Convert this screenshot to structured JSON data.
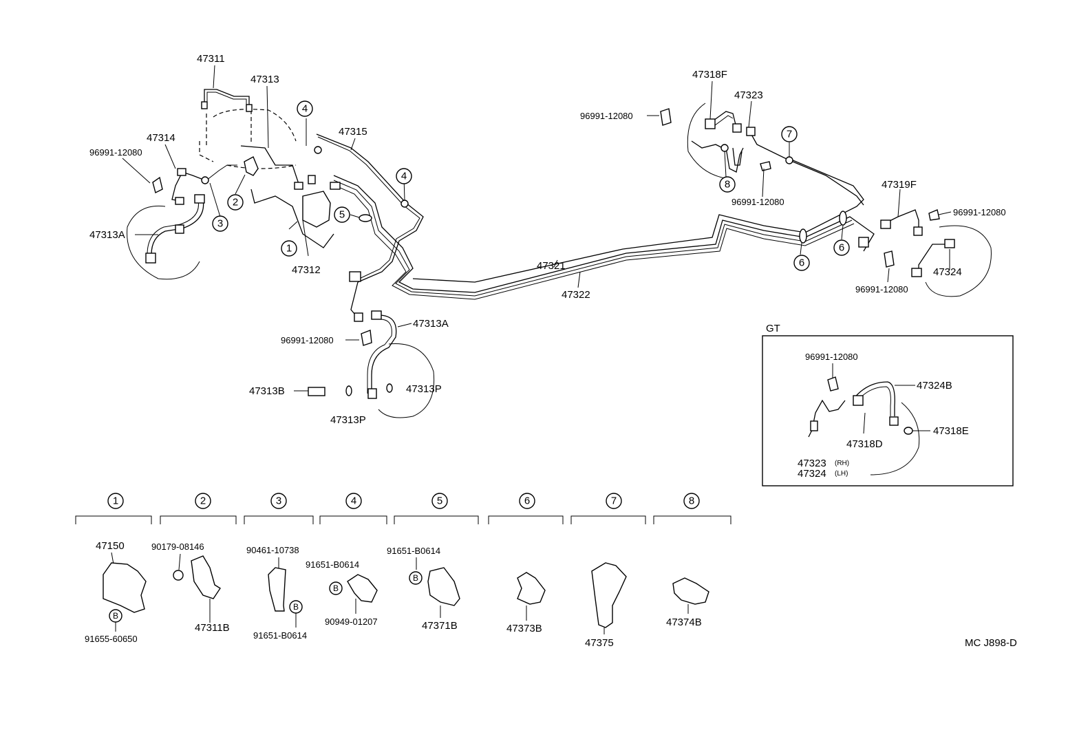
{
  "labels": {
    "p47311": "47311",
    "p47313": "47313",
    "p47314": "47314",
    "p96991_tl": "96991-12080",
    "p47313A_left": "47313A",
    "p47312": "47312",
    "p47315": "47315",
    "p47321": "47321",
    "p47322": "47322",
    "p47313A_center": "47313A",
    "p96991_center": "96991-12080",
    "p47313B": "47313B",
    "p47313P_a": "47313P",
    "p47313P_b": "47313P",
    "p47318F": "47318F",
    "p47323": "47323",
    "p96991_tr": "96991-12080",
    "p96991_mr": "96991-12080",
    "p47319F": "47319F",
    "p96991_rr": "96991-12080",
    "p47324": "47324",
    "p96991_br": "96991-12080",
    "gt_title": "GT",
    "gt_96991": "96991-12080",
    "gt_47324B": "47324B",
    "gt_47318D": "47318D",
    "gt_47318E": "47318E",
    "gt_47323": "47323",
    "gt_rh": "(RH)",
    "gt_47324": "47324",
    "gt_lh": "(LH)",
    "d1_47150": "47150",
    "d1_91655": "91655-60650",
    "d2_90179": "90179-08146",
    "d2_47311B": "47311B",
    "d3_90461": "90461-10738",
    "d3_91651": "91651-B0614",
    "d4_91651": "91651-B0614",
    "d4_90949": "90949-01207",
    "d5_91651": "91651-B0614",
    "d5_47371B": "47371B",
    "d6_47373B": "47373B",
    "d7_47375": "47375",
    "d8_47374B": "47374B",
    "bolt_mark": "B",
    "ref_code": "MC J898-D"
  },
  "callouts": {
    "c1": "1",
    "c2": "2",
    "c3": "3",
    "c4": "4",
    "c5": "5",
    "c6": "6",
    "c7": "7",
    "c8": "8"
  }
}
